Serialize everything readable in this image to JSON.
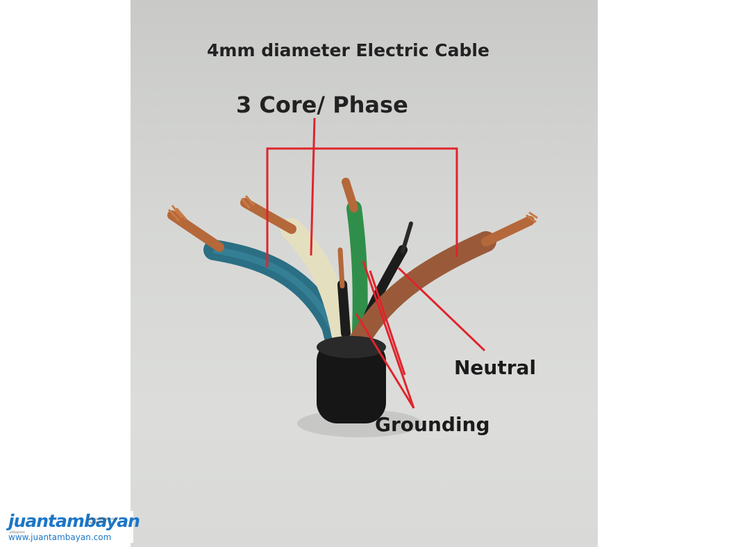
{
  "photo": {
    "title": "4mm diameter Electric Cable",
    "subtitle": "3 Core/ Phase",
    "labels": {
      "neutral": "Neutral",
      "grounding": "Grounding"
    },
    "annotation_color": "#e0242b",
    "wire_colors": [
      "#2b6f84",
      "#e4e0bf",
      "#2f8f4a",
      "#1c1c1c",
      "#9a5a3a"
    ]
  },
  "watermark": {
    "brand": "juantambayan",
    "tagline": "free classifieds online marketplace",
    "country": "philippines",
    "url": "www.juantambayan.com"
  }
}
